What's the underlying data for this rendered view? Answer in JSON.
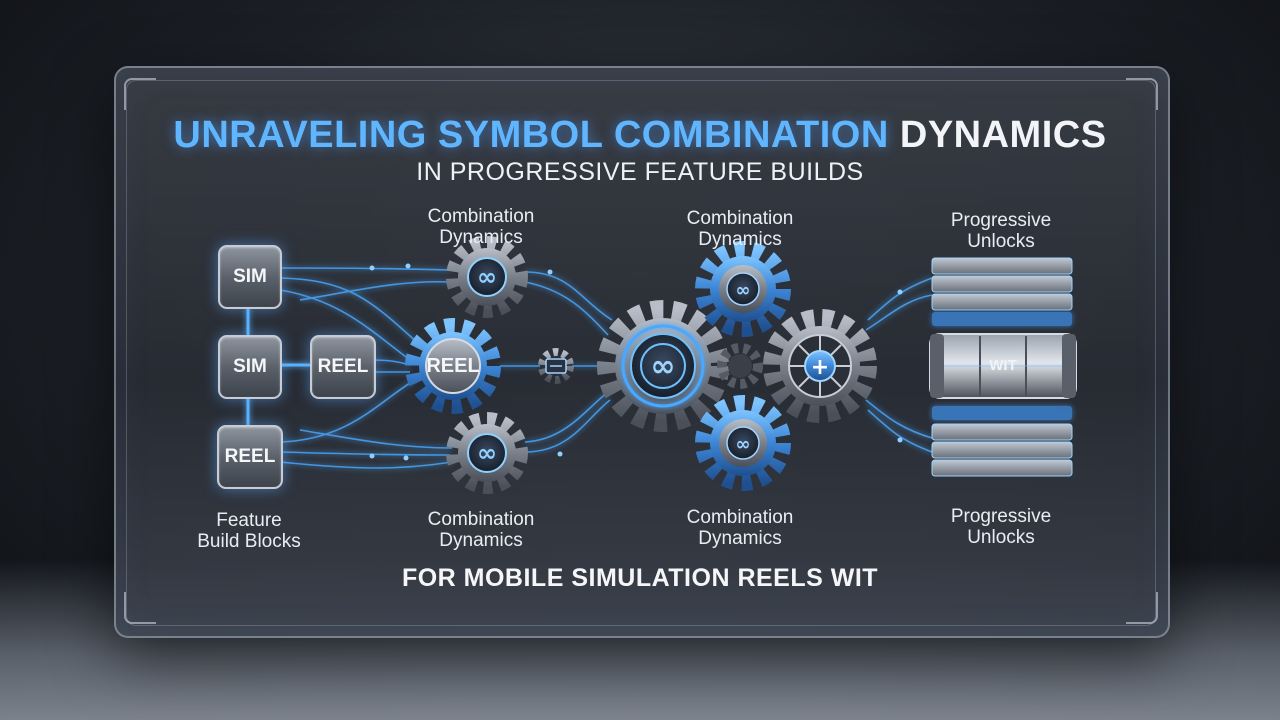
{
  "title": {
    "highlight": "UNRAVELING SYMBOL COMBINATION",
    "rest": "DYNAMICS"
  },
  "subtitle": "IN PROGRESSIVE FEATURE BUILDS",
  "footer": "FOR MOBILE SIMULATION REELS WIT",
  "blocks": {
    "b1": "SIM",
    "b2": "SIM",
    "b3": "REEL",
    "b4": "REEL"
  },
  "gears": {
    "reel_gear": "REEL",
    "reel_symbol": "WIT"
  },
  "labels": {
    "feature_l1": "Feature",
    "feature_l2": "Build Blocks",
    "combo_top1_l1": "Combination",
    "combo_top1_l2": "Dynamics",
    "combo_top2_l1": "Combination",
    "combo_top2_l2": "Dynamics",
    "combo_bot1_l1": "Combination",
    "combo_bot1_l2": "Dynamics",
    "combo_bot2_l1": "Combination",
    "combo_bot2_l2": "Dynamics",
    "prog_top_l1": "Progressive",
    "prog_top_l2": "Unlocks",
    "prog_bot_l1": "Progressive",
    "prog_bot_l2": "Unlocks"
  },
  "colors": {
    "accent_blue": "#5fb6ff",
    "wire_blue": "#4aa8ff",
    "panel_dark": "#2c3038"
  }
}
